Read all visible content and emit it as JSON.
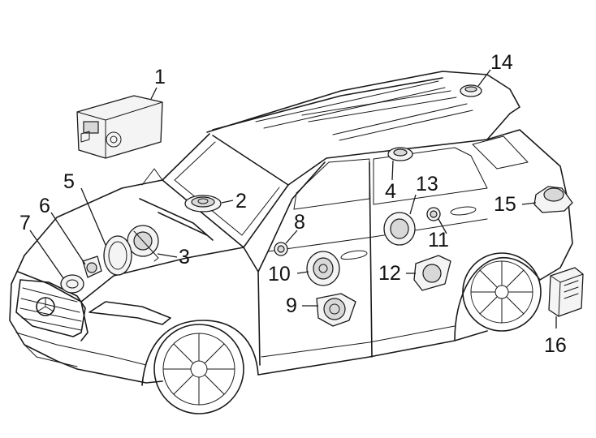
{
  "diagram": {
    "callouts": [
      {
        "id": "1",
        "label": "1"
      },
      {
        "id": "2",
        "label": "2"
      },
      {
        "id": "3",
        "label": "3"
      },
      {
        "id": "4",
        "label": "4"
      },
      {
        "id": "5",
        "label": "5"
      },
      {
        "id": "6",
        "label": "6"
      },
      {
        "id": "7",
        "label": "7"
      },
      {
        "id": "8",
        "label": "8"
      },
      {
        "id": "9",
        "label": "9"
      },
      {
        "id": "10",
        "label": "10"
      },
      {
        "id": "11",
        "label": "11"
      },
      {
        "id": "12",
        "label": "12"
      },
      {
        "id": "13",
        "label": "13"
      },
      {
        "id": "14",
        "label": "14"
      },
      {
        "id": "15",
        "label": "15"
      },
      {
        "id": "16",
        "label": "16"
      }
    ],
    "colors": {
      "line": "#1a1a1a",
      "part_fill": "#f4f4f4",
      "background": "#ffffff"
    }
  }
}
